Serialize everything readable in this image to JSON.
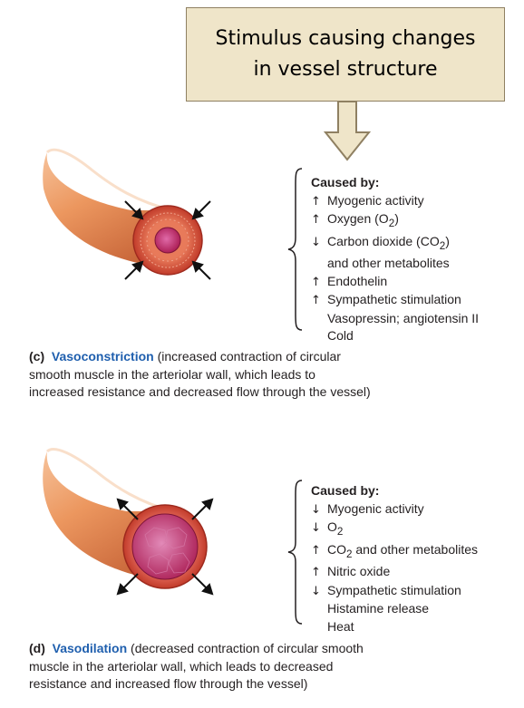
{
  "callout": {
    "text_line1": "Stimulus causing changes",
    "text_line2": "in vessel structure"
  },
  "vasoconstriction": {
    "heading": "Caused by:",
    "causes": [
      {
        "arrow": "↑",
        "text": "Myogenic activity"
      },
      {
        "arrow": "↑",
        "text": "Oxygen (O",
        "sub": "2",
        "after": ")"
      },
      {
        "arrow": "↓",
        "text": "Carbon dioxide (CO",
        "sub": "2",
        "after": ")"
      },
      {
        "arrow": "",
        "text": "and other metabolites"
      },
      {
        "arrow": "↑",
        "text": "Endothelin"
      },
      {
        "arrow": "↑",
        "text": "Sympathetic stimulation"
      },
      {
        "arrow": "",
        "text": "Vasopressin; angiotensin II"
      },
      {
        "arrow": "",
        "text": "Cold"
      }
    ],
    "caption_label": "(c)",
    "caption_term": "Vasoconstriction",
    "caption_line1": "(increased contraction of circular",
    "caption_line2": "smooth muscle in the arteriolar wall, which leads to",
    "caption_line3": "increased resistance and decreased flow through the vessel)"
  },
  "vasodilation": {
    "heading": "Caused by:",
    "causes": [
      {
        "arrow": "↓",
        "text": "Myogenic activity"
      },
      {
        "arrow": "↓",
        "text": "O",
        "sub": "2",
        "after": ""
      },
      {
        "arrow": "↑",
        "text": "CO",
        "sub": "2",
        "after": " and other metabolites"
      },
      {
        "arrow": "↑",
        "text": "Nitric oxide"
      },
      {
        "arrow": "↓",
        "text": "Sympathetic stimulation"
      },
      {
        "arrow": "",
        "text": "Histamine release"
      },
      {
        "arrow": "",
        "text": "Heat"
      }
    ],
    "caption_label": "(d)",
    "caption_term": "Vasodilation",
    "caption_line1": "(decreased contraction of circular smooth",
    "caption_line2": "muscle in the arteriolar wall, which leads to decreased",
    "caption_line3": "resistance and increased flow through the vessel)"
  },
  "colors": {
    "callout_fill": "#efe5c9",
    "callout_border": "#8f8062",
    "term_blue": "#1f5fae",
    "vessel_orange": "#e9935d",
    "vessel_wall": "#c8452c",
    "lumen": "#b8235a"
  }
}
